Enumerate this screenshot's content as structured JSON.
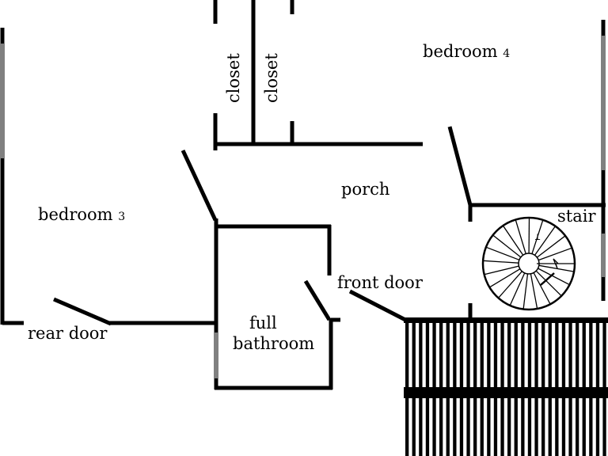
{
  "colors": {
    "wall": "#000000",
    "window": "#808080",
    "background": "#ffffff"
  },
  "labels": {
    "bedroom_3": {
      "name": "bedroom",
      "number": "3"
    },
    "bedroom_4": {
      "name": "bedroom",
      "number": "4"
    },
    "closet_left": "closet",
    "closet_right": "closet",
    "porch": "porch",
    "stair": "stair",
    "front_door": "front door",
    "rear_door": "rear door",
    "bathroom_line1": "full",
    "bathroom_line2": "bathroom"
  },
  "icons": {
    "staircase": "spiral-staircase-icon",
    "deck": "deck-planks-icon"
  }
}
